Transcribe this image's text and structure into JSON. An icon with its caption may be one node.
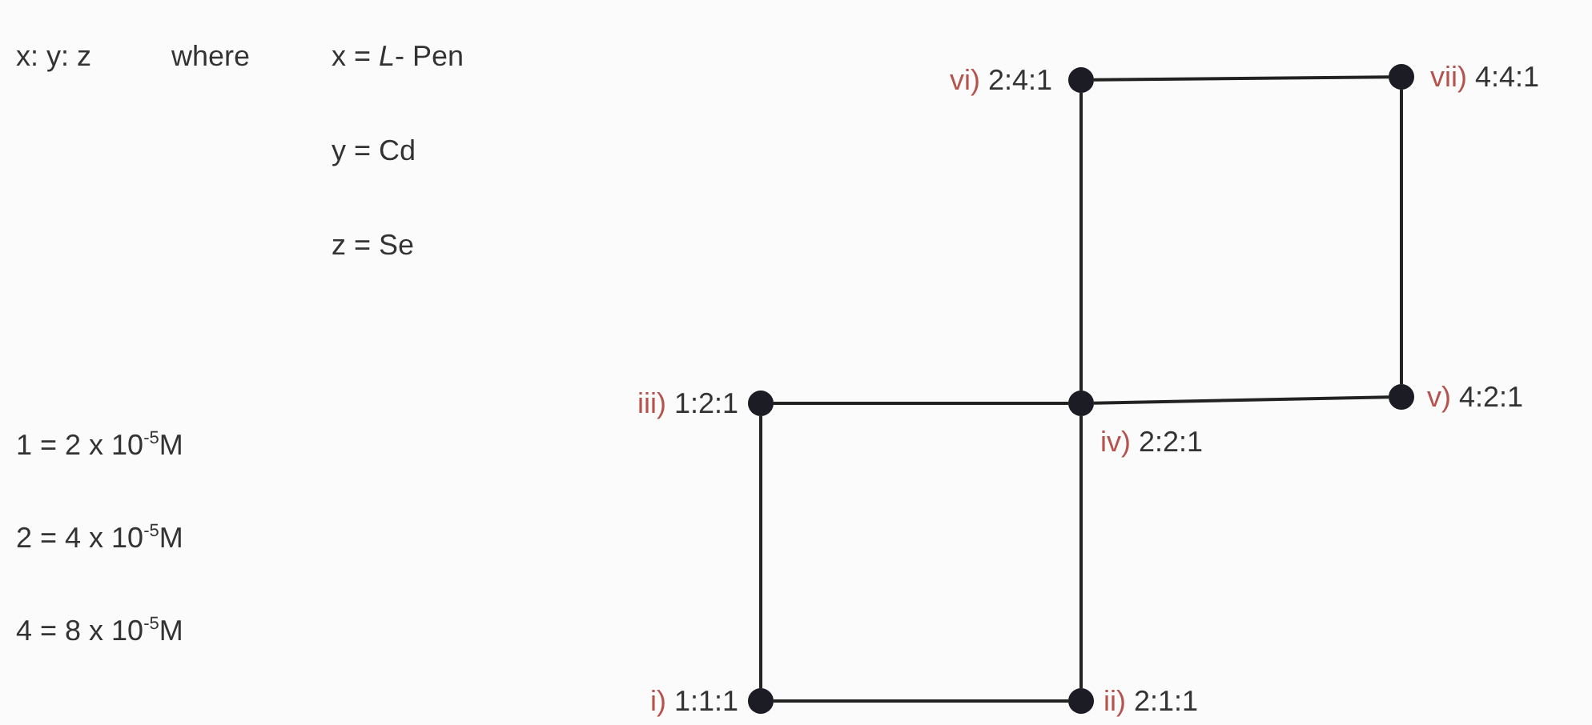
{
  "diagram": {
    "nodes": [
      {
        "text": [],
        "shape": "circle",
        "beside": [
          "i)",
          "1:1:1"
        ]
      },
      {
        "text": [],
        "shape": "circle",
        "beside": [
          "ii)",
          "2:1:1"
        ]
      },
      {
        "text": [],
        "shape": "circle",
        "beside": [
          "iii)",
          "1:2:1"
        ]
      },
      {
        "text": [],
        "shape": "circle",
        "beside": [
          "iv)",
          "2:2:1"
        ]
      },
      {
        "text": [],
        "shape": "circle",
        "beside": [
          "v)",
          "4:2:1"
        ]
      },
      {
        "text": [],
        "shape": "circle",
        "beside": [
          "vi)",
          "2:4:1"
        ]
      },
      {
        "text": [],
        "shape": "circle",
        "beside": [
          "vii)",
          "4:4:1"
        ]
      }
    ],
    "edges": [
      {
        "from": 0,
        "to": 1,
        "arrow": "none"
      },
      {
        "from": 0,
        "to": 2,
        "arrow": "none"
      },
      {
        "from": 1,
        "to": 3,
        "arrow": "none"
      },
      {
        "from": 2,
        "to": 3,
        "arrow": "none"
      },
      {
        "from": 3,
        "to": 4,
        "arrow": "none"
      },
      {
        "from": 3,
        "to": 5,
        "arrow": "none"
      },
      {
        "from": 5,
        "to": 6,
        "arrow": "none"
      },
      {
        "from": 6,
        "to": 4,
        "arrow": "none"
      }
    ],
    "labels": [
      "x: y: z",
      "where",
      "x = *L*- Pen",
      "y = Cd",
      "z = Se",
      "1 = 2 x 10$^{-5}$M",
      "2 = 4 x 10$^{-5}$M",
      "4 = 8 x 10$^{-5}$M"
    ]
  }
}
